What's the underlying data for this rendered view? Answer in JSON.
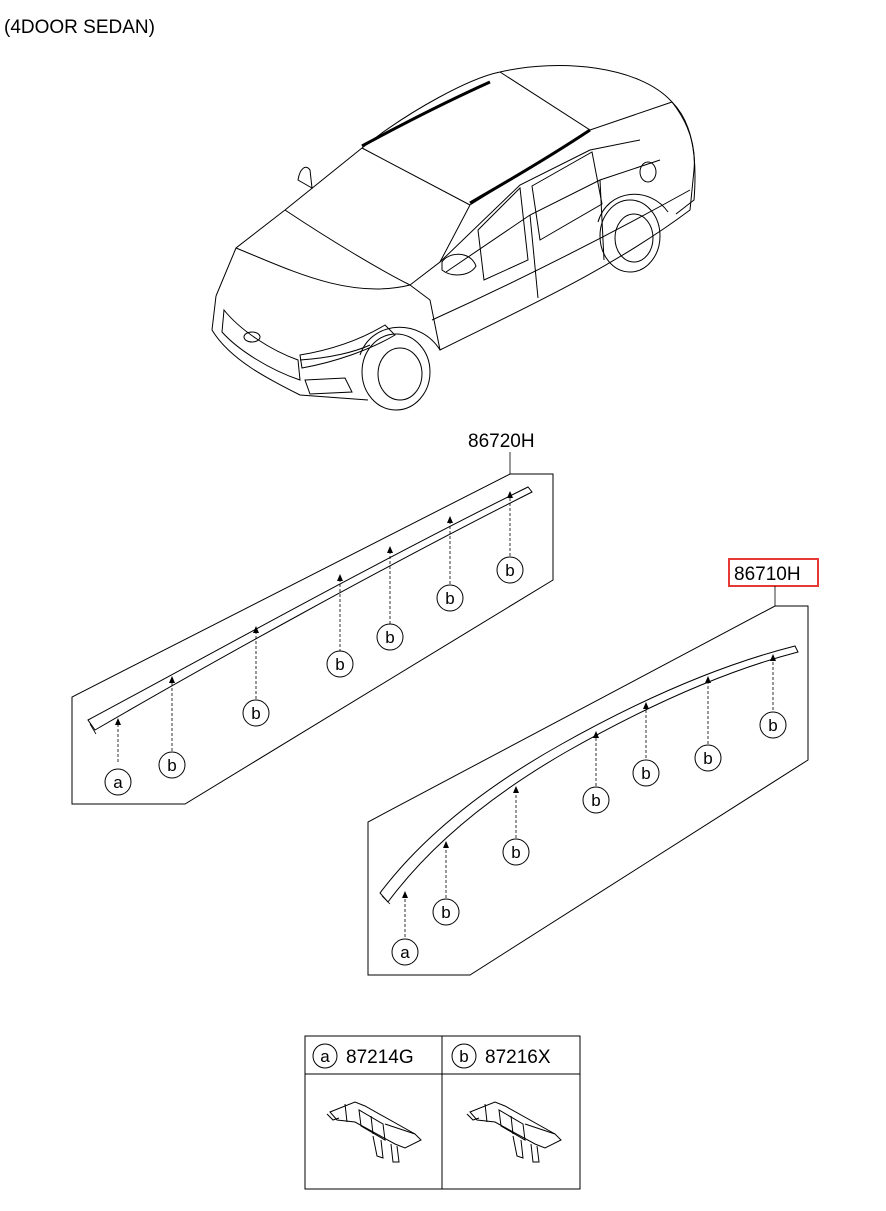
{
  "header": {
    "title": "(4DOOR SEDAN)"
  },
  "parts": [
    {
      "number": "86720H",
      "highlighted": false
    },
    {
      "number": "86710H",
      "highlighted": true
    }
  ],
  "callouts": {
    "upper": [
      "a",
      "b",
      "b",
      "b",
      "b",
      "b",
      "b"
    ],
    "lower": [
      "a",
      "b",
      "b",
      "b",
      "b",
      "b",
      "b"
    ]
  },
  "legend": [
    {
      "key": "a",
      "part": "87214G",
      "icon": "clip-a-icon"
    },
    {
      "key": "b",
      "part": "87216X",
      "icon": "clip-b-icon"
    }
  ],
  "colors": {
    "highlight": "#e53935",
    "line": "#000000"
  }
}
